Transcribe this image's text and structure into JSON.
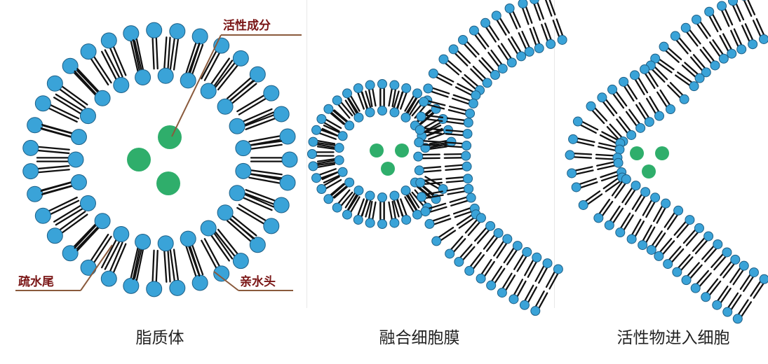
{
  "colors": {
    "head": "#3aa3d8",
    "head_outline": "#1d5f86",
    "tail": "#111111",
    "payload": "#2fae6b",
    "annotation_text": "#7a1616",
    "annotation_line": "#8a5a3c",
    "caption_text": "#222222"
  },
  "annotations": {
    "active_ingredient": "活性成分",
    "hydrophobic_tail": "疏水尾",
    "hydrophilic_head": "亲水头"
  },
  "panels": [
    {
      "caption": "脂质体"
    },
    {
      "caption": "融合细胞膜"
    },
    {
      "caption": "活性物进入细胞"
    }
  ]
}
